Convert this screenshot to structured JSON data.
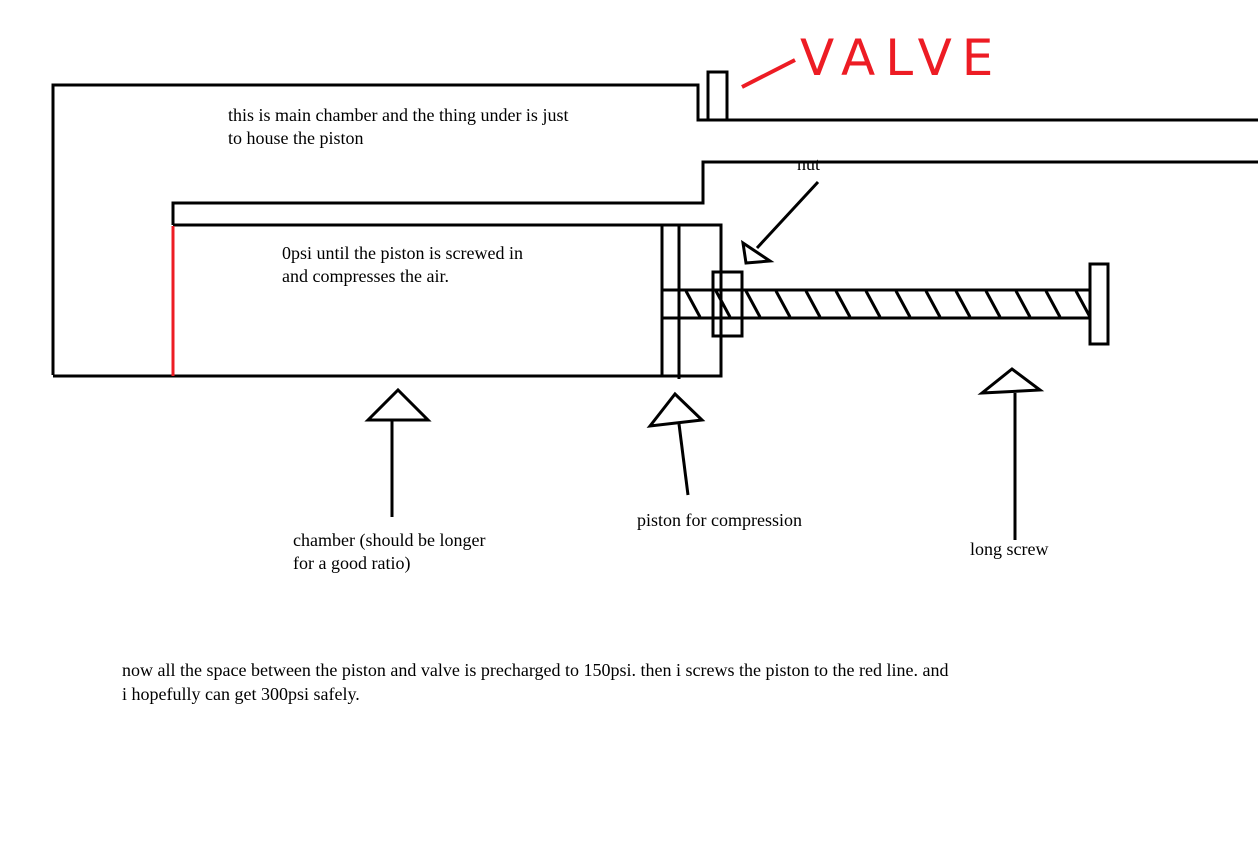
{
  "labels": {
    "valve": "VALVE",
    "main_chamber_1": "this is main chamber and the thing under is just",
    "main_chamber_2": "to house the piston",
    "nut": "nut",
    "psi_1": "0psi until the piston is screwed in",
    "psi_2": "and compresses the air.",
    "chamber_1": "chamber (should be longer",
    "chamber_2": "for a good ratio)",
    "piston": "piston for compression",
    "screw": "long screw",
    "note_1": "now all the space between the piston and valve is precharged to 150psi. then i screws the piston to the red line. and",
    "note_2": "i hopefully can get 300psi safely."
  },
  "colors": {
    "line": "#000000",
    "red": "#ed1c24"
  }
}
